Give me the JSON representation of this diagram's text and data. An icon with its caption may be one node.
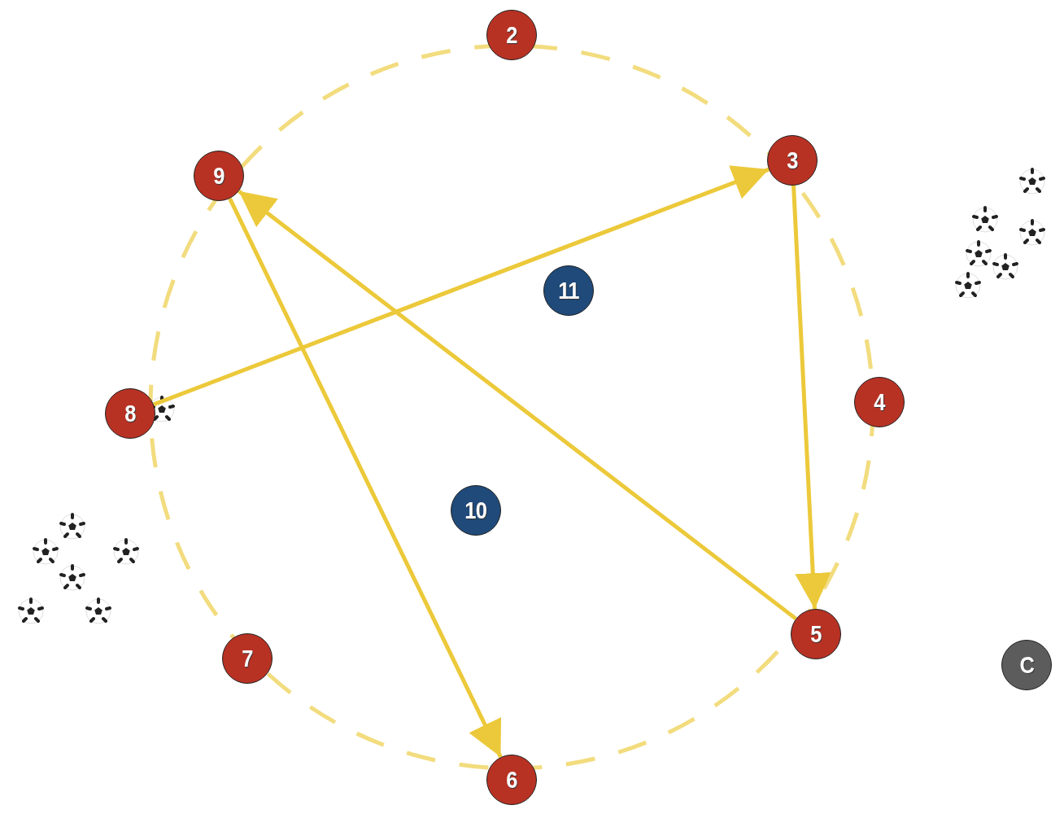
{
  "diagram": {
    "nodes": [
      {
        "text": [
          "2"
        ]
      },
      {
        "text": [
          "3"
        ]
      },
      {
        "text": [
          "9"
        ]
      },
      {
        "text": [
          "11"
        ]
      },
      {
        "text": [
          "4"
        ]
      },
      {
        "text": [
          "8"
        ]
      },
      {
        "text": [
          "10"
        ]
      },
      {
        "text": [
          "5"
        ]
      },
      {
        "text": [
          "7"
        ]
      },
      {
        "text": [
          "C"
        ]
      },
      {
        "text": [
          "6"
        ]
      }
    ],
    "edges": [
      {
        "from": 5,
        "to": 1,
        "arrow": "to"
      },
      {
        "from": 1,
        "to": 7,
        "arrow": "to"
      },
      {
        "from": 7,
        "to": 2,
        "arrow": "to"
      },
      {
        "from": 2,
        "to": 10,
        "arrow": "to"
      }
    ]
  }
}
